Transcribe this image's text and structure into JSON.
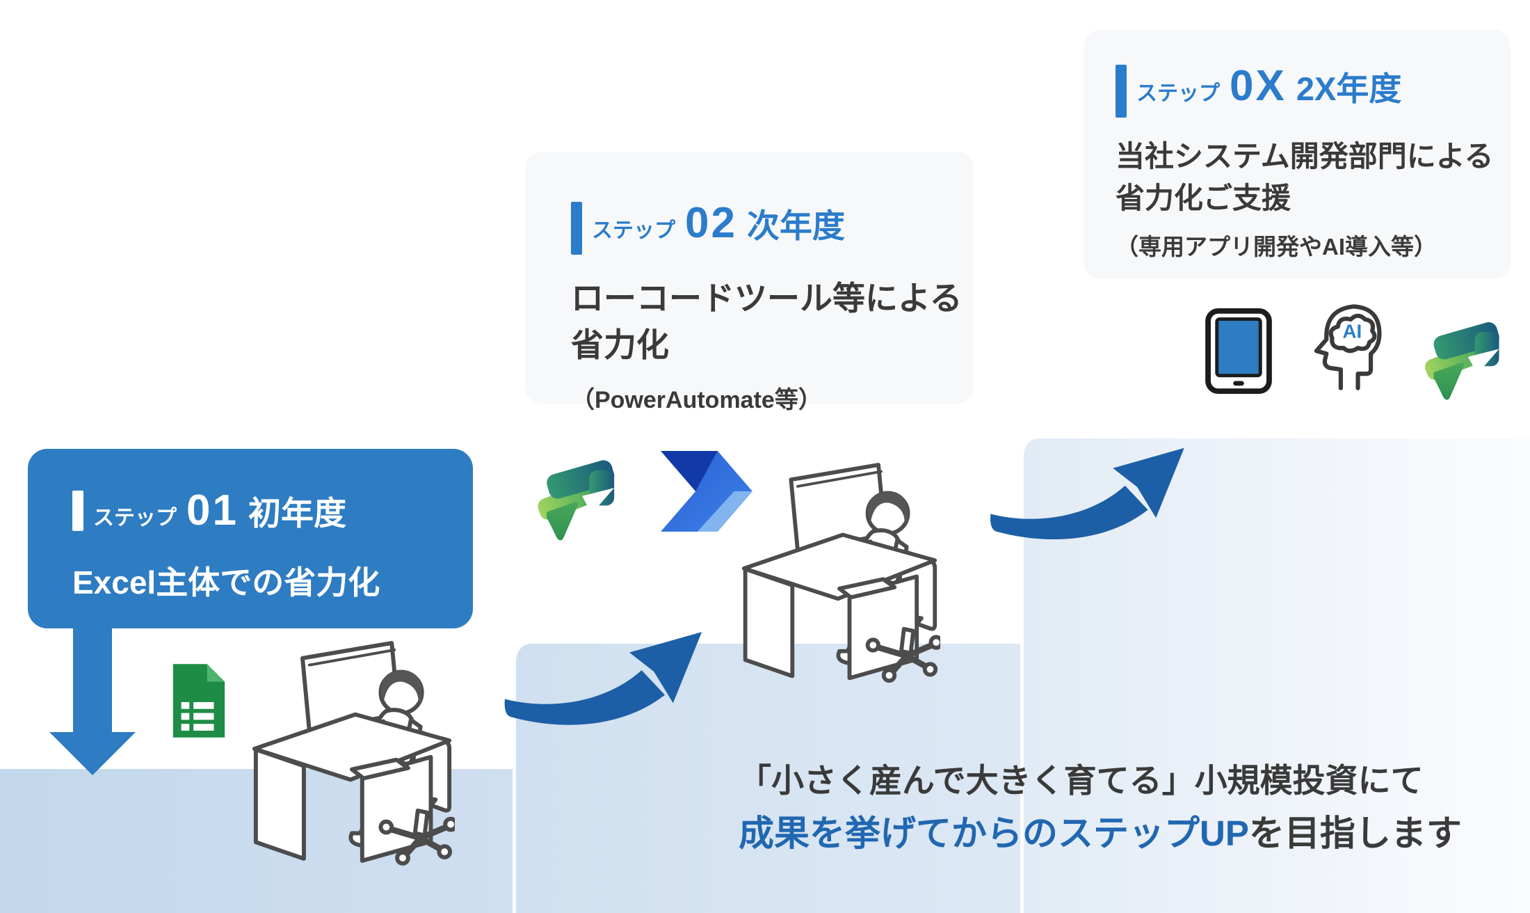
{
  "colors": {
    "accent_blue": "#2b7ccb",
    "box_blue": "#2e7cc2",
    "arrow_blue": "#1d5fa6",
    "footer_highlight": "#2167b1",
    "text_dark": "#3a3a3a",
    "pants_blue": "#2e75c5",
    "sheets_green": "#1e8c45",
    "sheets_fold": "#4db36d",
    "card_bg": "#f7f8fa",
    "step1_bg": "#c3d8ec",
    "step2_bg": "#d0e0f0",
    "step3_bg": "#e2ebf5"
  },
  "steps": {
    "s1": {
      "tag": "ステップ",
      "num": "01",
      "year": "初年度",
      "title": "Excel主体での省力化"
    },
    "s2": {
      "tag": "ステップ",
      "num": "02",
      "year": "次年度",
      "title_line1": "ローコードツール等による",
      "title_line2": "省力化",
      "subtitle": "（PowerAutomate等）"
    },
    "s3": {
      "tag": "ステップ",
      "num": "0X",
      "year": "2X年度",
      "title_line1": "当社システム開発部門による",
      "title_line2": "省力化ご支援",
      "subtitle": "（専用アプリ開発やAI導入等）"
    }
  },
  "footer": {
    "line1": "「小さく産んで大きく育てる」小規模投資にて",
    "line2_highlight": "成果を挙げてからのステップUP",
    "line2_rest": "を目指します"
  },
  "ai_icon_label": "AI",
  "icon_names": [
    "google-sheets-icon",
    "power-platform-icon",
    "power-automate-icon",
    "tablet-icon",
    "ai-head-icon",
    "up-swoosh-arrow",
    "down-arrow",
    "desk-worker-illustration"
  ]
}
